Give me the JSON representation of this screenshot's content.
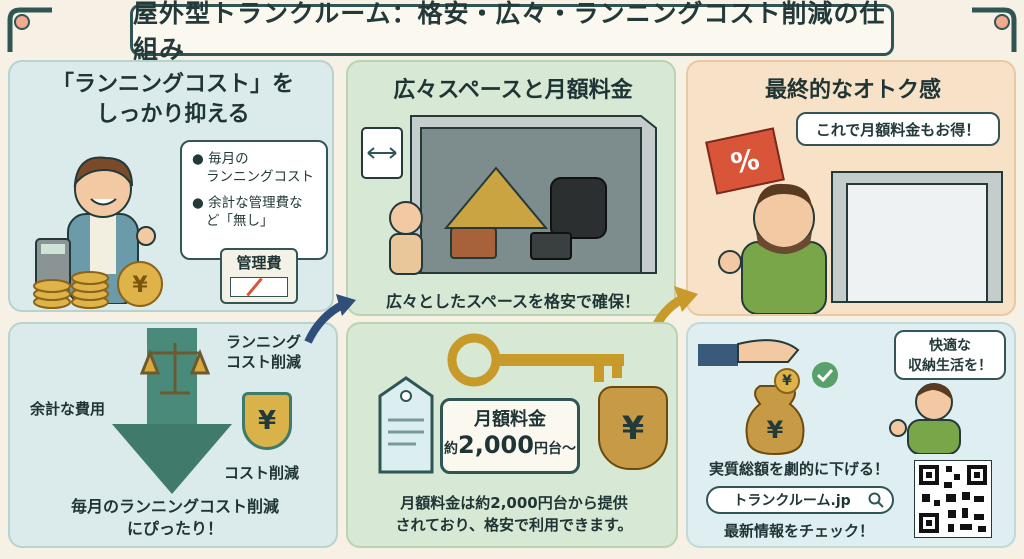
{
  "header": {
    "title": "屋外型トランクルーム：格安・広々・ランニングコスト削減の仕組み"
  },
  "panel1": {
    "heading_line1": "「ランニングコスト」を",
    "heading_line2": "しっかり抑える",
    "bullet1_line1": "毎月の",
    "bullet1_line2": "ランニングコスト",
    "bullet2_line1": "余計な管理費な",
    "bullet2_line2": "ど「無し」",
    "sign_label": "管理費"
  },
  "panel2": {
    "heading": "広々スペースと月額料金",
    "caption": "広々としたスペースを格安で確保！"
  },
  "panel3": {
    "heading": "最終的なオトク感",
    "speech": "これで月額料金もお得！",
    "flag_symbol": "%"
  },
  "panel4": {
    "label_running_line1": "ランニング",
    "label_running_line2": "コスト削減",
    "label_extra": "余計な費用",
    "label_cost_cut": "コスト削減",
    "shield_symbol": "¥",
    "footer_line1": "毎月のランニングコスト削減",
    "footer_line2": "にぴったり！"
  },
  "panel5": {
    "tag_title": "月額料金",
    "tag_prefix": "約",
    "tag_amount": "2,000",
    "tag_suffix": "円台〜",
    "bag_symbol": "¥",
    "footer_line1": "月額料金は約2,000円台から提供",
    "footer_line2": "されており、格安で利用できます。"
  },
  "panel6": {
    "speech_line1": "快適な",
    "speech_line2": "収納生活を！",
    "coin_symbol": "¥",
    "bag_symbol": "¥",
    "caption": "実質総額を劇的に下げる！",
    "search_text": "トランクルーム.jp",
    "footer": "最新情報をチェック！"
  },
  "colors": {
    "teal": "#2f5555",
    "gold": "#d9a93a",
    "green_arrow": "#4a8a7a",
    "red_flag": "#d9553a"
  }
}
